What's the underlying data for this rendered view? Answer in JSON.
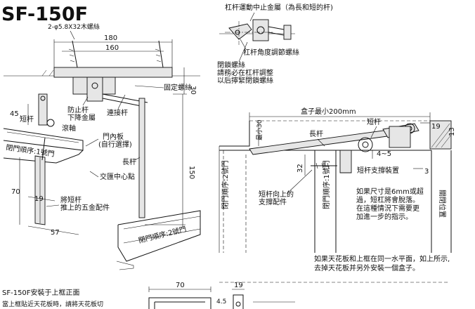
{
  "title": "SF-150F",
  "top_drawing": {
    "screws_note": "2-φ5.8X32木螺絲",
    "dim_width_outer": "180",
    "dim_width_inner": "160",
    "dim_height_30": "30",
    "fixing_screw": "固定螺絲",
    "dim_45": "45",
    "short_arm": "短杆",
    "stop_arm_metal": "防止杆\n下降金屬",
    "link_arm": "連接杆",
    "roller": "滾軸",
    "door_order_1": "閉門順序:1號門",
    "inner_door_plate": "門內板\n(自行選擇)",
    "long_arm": "長杆",
    "dim_150": "150",
    "intersection_point": "交匯中心點",
    "dim_70": "70",
    "dim_19": "19",
    "short_arm_hardware": "將短杆\n推上的五金配件",
    "dim_57": "57",
    "door_order_2": "閉門順序:2號門"
  },
  "bottom_left": {
    "install_title": "SF-150F安裝于上框正面",
    "install_note": "當上框貼近天花板時，請將天花板切",
    "dim_70": "70",
    "dim_19": "19",
    "dim_4_5": "4.5"
  },
  "right_top": {
    "stop_metal": "杠杆運動中止金屬（為長和短的杆)",
    "angle_screw": "杠杆角度調節螺絲",
    "lock_screw": "閉鎖螺絲\n請務必在杠杆調整\n以后擰緊閉鎖螺絲"
  },
  "right_drawing": {
    "box_min": "盒子最小200mm",
    "max_30": "最小30",
    "long_arm": "長杆",
    "short_arm": "短杆",
    "dim_19": "19",
    "dim_13": "13",
    "dim_4_5": "4~5",
    "dim_32": "32",
    "dim_3": "3",
    "support": "短杆支撐裝置",
    "door_order_2": "閉門順序:2號門",
    "short_arm_support": "短杆向上的\n支撐配件",
    "door_order_1": "閉門順序:1號門",
    "note_6mm": "如果尺寸是6mm或超\n過，短杠將會脫落。\n在這種情況下需要更\n加進一步的指示。",
    "closed_position": "關閉位置",
    "ceiling_note": "如果天花板和上框在同一水平面，如上所示,\n去掉天花板并另外安裝一個盒子。"
  }
}
